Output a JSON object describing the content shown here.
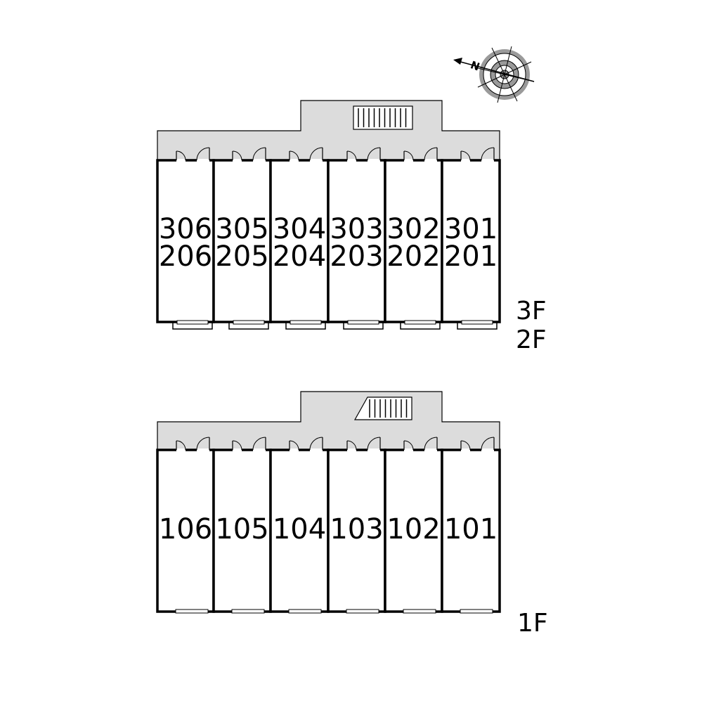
{
  "compass": {
    "label": "N",
    "icon": "compass-rose-icon"
  },
  "upper_floors": {
    "floor_labels": [
      "3F",
      "2F"
    ],
    "units": [
      {
        "top": "306",
        "bottom": "206"
      },
      {
        "top": "305",
        "bottom": "205"
      },
      {
        "top": "304",
        "bottom": "204"
      },
      {
        "top": "303",
        "bottom": "203"
      },
      {
        "top": "302",
        "bottom": "202"
      },
      {
        "top": "301",
        "bottom": "201"
      }
    ]
  },
  "ground_floor": {
    "floor_labels": [
      "1F"
    ],
    "units": [
      "106",
      "105",
      "104",
      "103",
      "102",
      "101"
    ]
  },
  "colors": {
    "corridor": "#dcdcdc",
    "walls": "#000000",
    "background": "#ffffff"
  }
}
